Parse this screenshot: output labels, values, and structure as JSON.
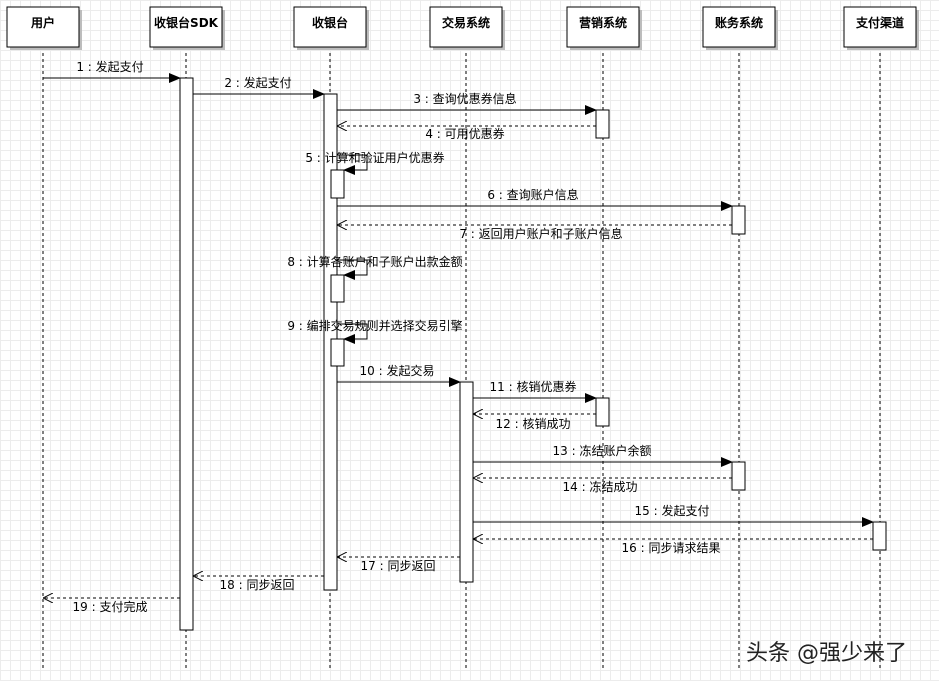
{
  "participants": [
    {
      "id": "user",
      "label": "用户"
    },
    {
      "id": "sdk",
      "label": "收银台SDK"
    },
    {
      "id": "cashier",
      "label": "收银台"
    },
    {
      "id": "trade",
      "label": "交易系统"
    },
    {
      "id": "marketing",
      "label": "营销系统"
    },
    {
      "id": "account",
      "label": "账务系统"
    },
    {
      "id": "channel",
      "label": "支付渠道"
    }
  ],
  "messages": [
    {
      "n": 1,
      "label": "1 : 发起支付",
      "from": "user",
      "to": "sdk",
      "kind": "call"
    },
    {
      "n": 2,
      "label": "2 : 发起支付",
      "from": "sdk",
      "to": "cashier",
      "kind": "call"
    },
    {
      "n": 3,
      "label": "3 : 查询优惠券信息",
      "from": "cashier",
      "to": "marketing",
      "kind": "call"
    },
    {
      "n": 4,
      "label": "4 : 可用优惠券",
      "from": "marketing",
      "to": "cashier",
      "kind": "return"
    },
    {
      "n": 5,
      "label": "5 : 计算和验证用户优惠券",
      "from": "cashier",
      "to": "cashier",
      "kind": "self"
    },
    {
      "n": 6,
      "label": "6 : 查询账户信息",
      "from": "cashier",
      "to": "account",
      "kind": "call"
    },
    {
      "n": 7,
      "label": "7 : 返回用户账户和子账户信息",
      "from": "account",
      "to": "cashier",
      "kind": "return"
    },
    {
      "n": 8,
      "label": "8 : 计算各账户和子账户出款金额",
      "from": "cashier",
      "to": "cashier",
      "kind": "self"
    },
    {
      "n": 9,
      "label": "9 : 编排交易规则并选择交易引擎",
      "from": "cashier",
      "to": "cashier",
      "kind": "self"
    },
    {
      "n": 10,
      "label": "10 : 发起交易",
      "from": "cashier",
      "to": "trade",
      "kind": "call"
    },
    {
      "n": 11,
      "label": "11 : 核销优惠券",
      "from": "trade",
      "to": "marketing",
      "kind": "call"
    },
    {
      "n": 12,
      "label": "12 : 核销成功",
      "from": "marketing",
      "to": "trade",
      "kind": "return"
    },
    {
      "n": 13,
      "label": "13 : 冻结账户余额",
      "from": "trade",
      "to": "account",
      "kind": "call"
    },
    {
      "n": 14,
      "label": "14 : 冻结成功",
      "from": "account",
      "to": "trade",
      "kind": "return"
    },
    {
      "n": 15,
      "label": "15 : 发起支付",
      "from": "trade",
      "to": "channel",
      "kind": "call"
    },
    {
      "n": 16,
      "label": "16 : 同步请求结果",
      "from": "channel",
      "to": "trade",
      "kind": "return"
    },
    {
      "n": 17,
      "label": "17 : 同步返回",
      "from": "trade",
      "to": "cashier",
      "kind": "return"
    },
    {
      "n": 18,
      "label": "18 : 同步返回",
      "from": "cashier",
      "to": "sdk",
      "kind": "return"
    },
    {
      "n": 19,
      "label": "19 : 支付完成",
      "from": "sdk",
      "to": "user",
      "kind": "return"
    }
  ],
  "watermark": "头条 @强少来了",
  "colors": {
    "line": "#000000",
    "box_fill": "#ffffff",
    "grid": "#ececec",
    "shadow": "#bdbdbd"
  }
}
